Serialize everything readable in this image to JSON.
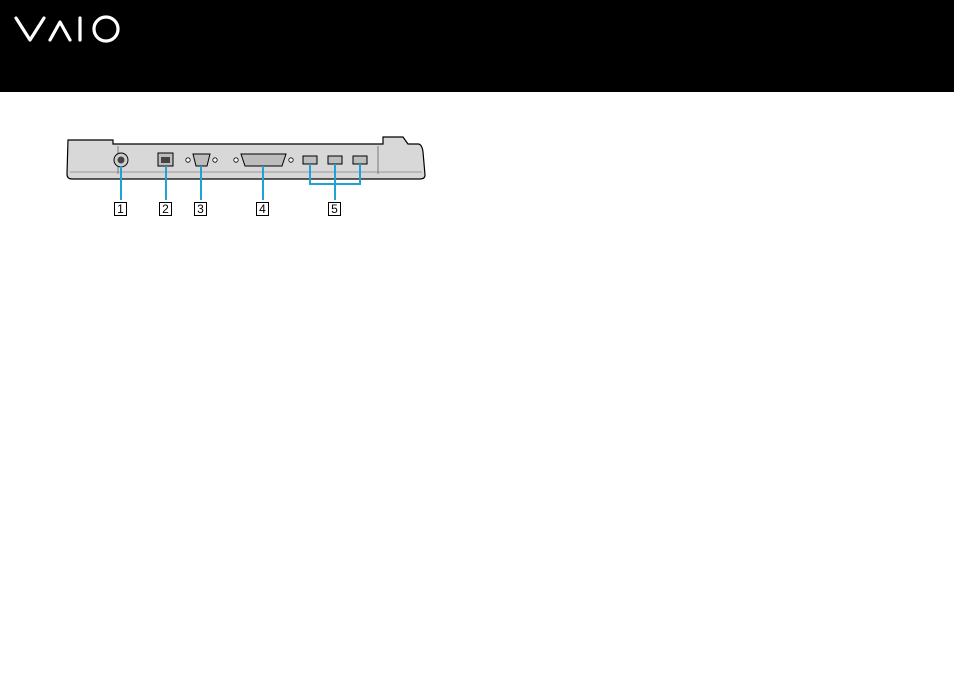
{
  "header": {
    "logo_icon": "vaio-logo",
    "background": "#000000",
    "logo_color": "#ffffff"
  },
  "figure": {
    "subject": "docking-station-rear-view",
    "accent_color": "#1fa3d6",
    "callouts": [
      "1",
      "2",
      "3",
      "4",
      "5"
    ]
  }
}
